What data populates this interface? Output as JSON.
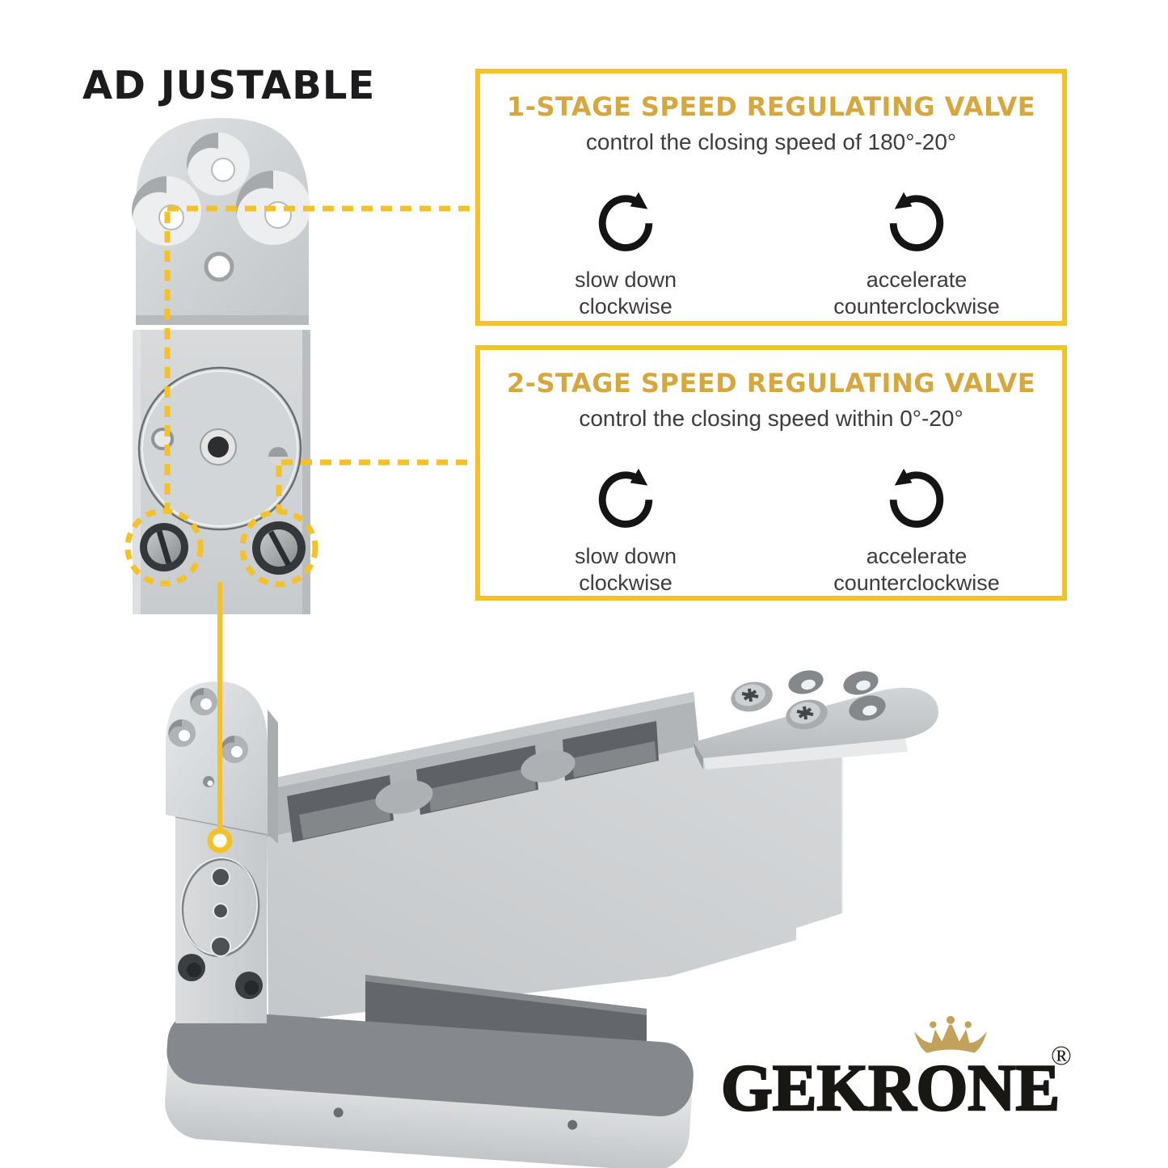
{
  "heading": "AD JUSTABLE",
  "colors": {
    "accent": "#F3C229",
    "gold": "#D5A73E",
    "text_dark": "#3d3d3d",
    "heading_color": "#1c1c1e",
    "crown_gold": "#C2A15B"
  },
  "callouts": [
    {
      "title": "1-STAGE SPEED REGULATING VALVE",
      "subtitle": "control the closing speed of 180°-20°",
      "items": [
        {
          "icon": "rotate-clockwise-icon",
          "line1": "slow down",
          "line2": "clockwise"
        },
        {
          "icon": "rotate-counterclockwise-icon",
          "line1": "accelerate",
          "line2": "counterclockwise"
        }
      ]
    },
    {
      "title": "2-STAGE SPEED REGULATING VALVE",
      "subtitle": "control the closing speed within 0°-20°",
      "items": [
        {
          "icon": "rotate-clockwise-icon",
          "line1": "slow down",
          "line2": "clockwise"
        },
        {
          "icon": "rotate-counterclockwise-icon",
          "line1": "accelerate",
          "line2": "counterclockwise"
        }
      ]
    }
  ],
  "brand": {
    "name": "GEKRONE",
    "registered_mark": "®"
  }
}
